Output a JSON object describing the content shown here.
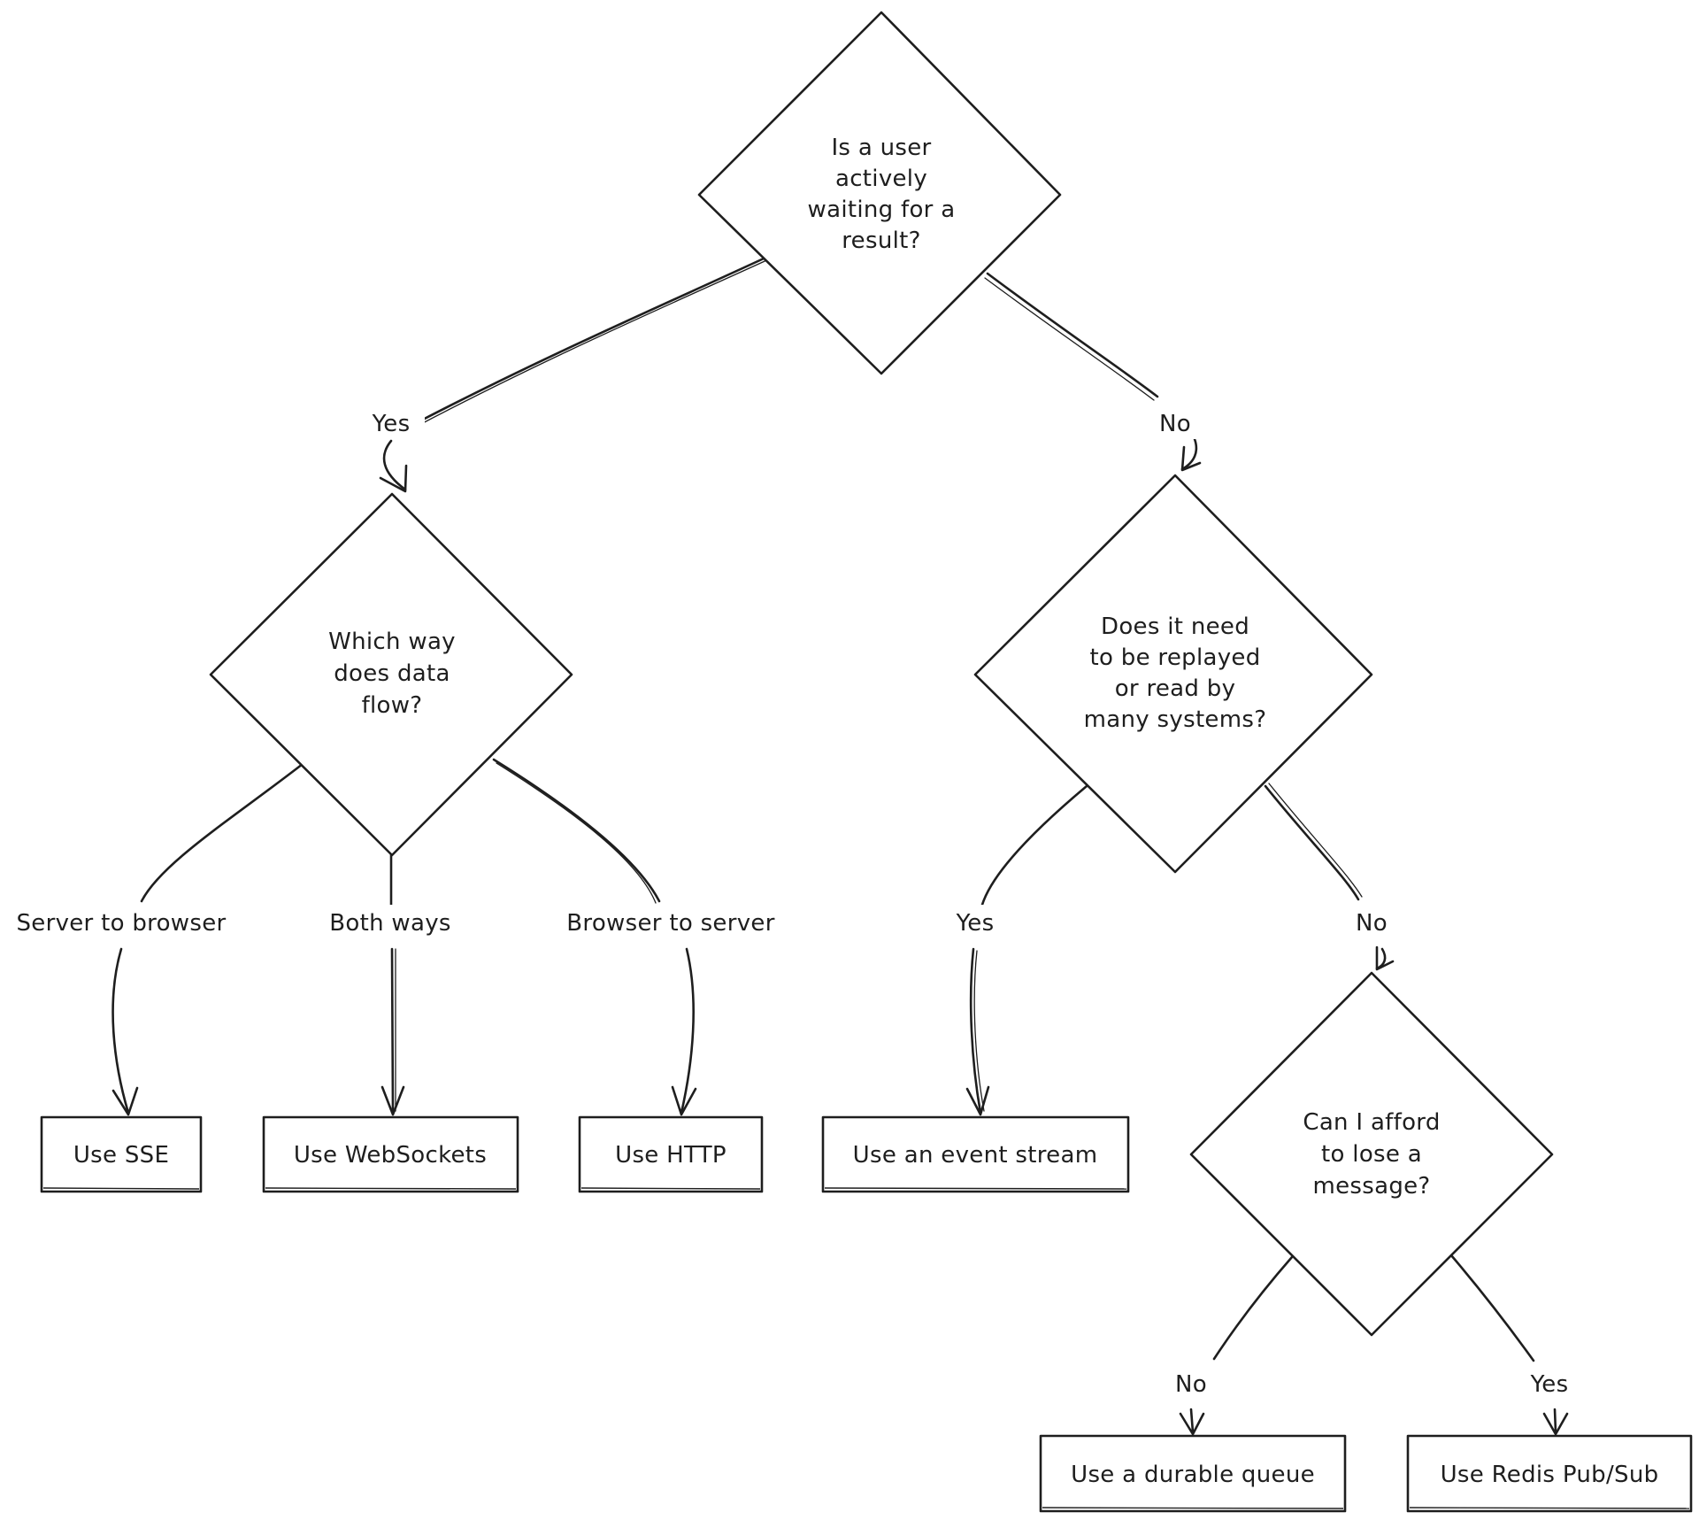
{
  "nodes": {
    "q_waiting": {
      "lines": [
        "Is a user",
        "actively",
        "waiting for a",
        "result?"
      ]
    },
    "q_flow": {
      "lines": [
        "Which way",
        "does data",
        "flow?"
      ]
    },
    "q_replay": {
      "lines": [
        "Does it need",
        "to be replayed",
        "or read by",
        "many systems?"
      ]
    },
    "q_lose": {
      "lines": [
        "Can I afford",
        "to lose a",
        "message?"
      ]
    },
    "a_sse": {
      "label": "Use SSE"
    },
    "a_websockets": {
      "label": "Use WebSockets"
    },
    "a_http": {
      "label": "Use HTTP"
    },
    "a_event_stream": {
      "label": "Use an event stream"
    },
    "a_durable_queue": {
      "label": "Use a durable queue"
    },
    "a_redis": {
      "label": "Use Redis Pub/Sub"
    }
  },
  "edges": {
    "waiting_yes": "Yes",
    "waiting_no": "No",
    "flow_server_to_browser": "Server to browser",
    "flow_both_ways": "Both ways",
    "flow_browser_to_server": "Browser to server",
    "replay_yes": "Yes",
    "replay_no": "No",
    "lose_no": "No",
    "lose_yes": "Yes"
  }
}
